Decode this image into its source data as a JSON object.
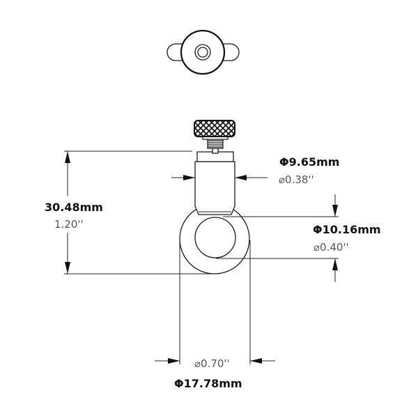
{
  "dimensions": {
    "height": {
      "mm": "30.48mm",
      "inch": "1.20''"
    },
    "body_diameter": {
      "mm": "Φ9.65mm",
      "inch": "⌀0.38''"
    },
    "inner_diameter": {
      "mm": "Φ10.16mm",
      "inch": "⌀0.40''"
    },
    "outer_diameter": {
      "mm": "Φ17.78mm",
      "inch": "⌀0.70''"
    }
  }
}
